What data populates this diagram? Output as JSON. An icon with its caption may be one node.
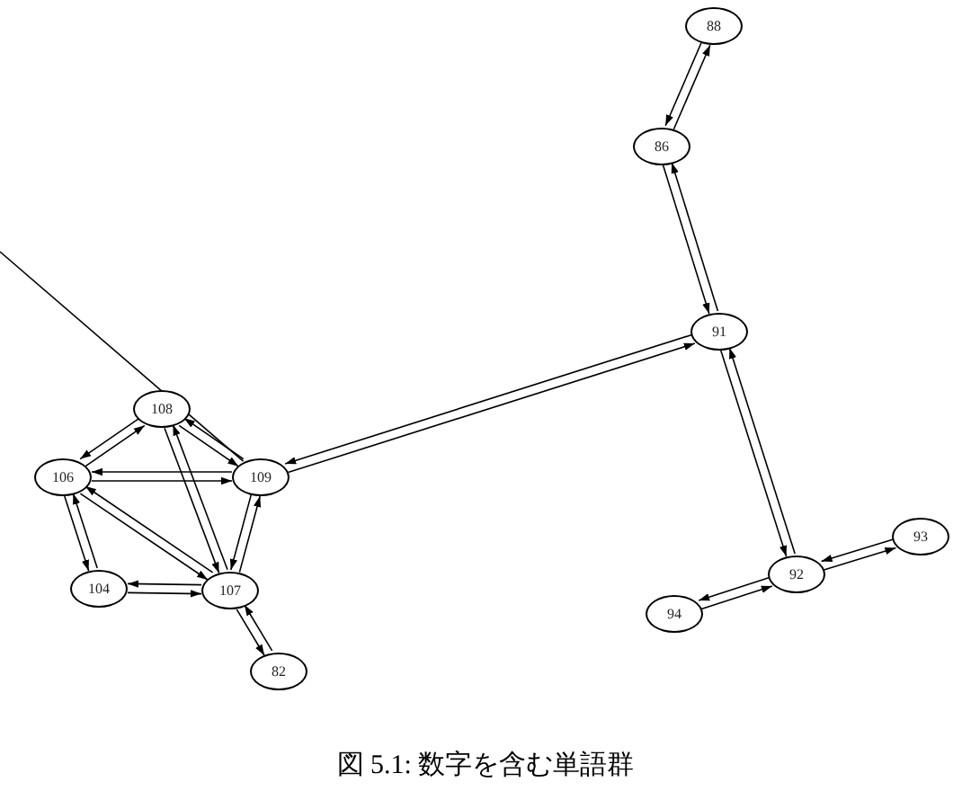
{
  "diagram": {
    "caption": "図 5.1: 数字を含む単語群",
    "nodes": [
      {
        "text": [
          "88"
        ]
      },
      {
        "text": [
          "86"
        ]
      },
      {
        "text": [
          "91"
        ]
      },
      {
        "text": [
          "108"
        ]
      },
      {
        "text": [
          "106"
        ]
      },
      {
        "text": [
          "109"
        ]
      },
      {
        "text": [
          "104"
        ]
      },
      {
        "text": [
          "107"
        ]
      },
      {
        "text": [
          "82"
        ]
      },
      {
        "text": [
          "93"
        ]
      },
      {
        "text": [
          "92"
        ]
      },
      {
        "text": [
          "94"
        ]
      }
    ],
    "edges": [
      {
        "from": 0,
        "to": 1,
        "arrow": "to"
      },
      {
        "from": 1,
        "to": 0,
        "arrow": "to"
      },
      {
        "from": 1,
        "to": 2,
        "arrow": "to"
      },
      {
        "from": 2,
        "to": 1,
        "arrow": "to"
      },
      {
        "from": 2,
        "to": 5,
        "arrow": "to"
      },
      {
        "from": 5,
        "to": 2,
        "arrow": "to"
      },
      {
        "from": 2,
        "to": 10,
        "arrow": "to"
      },
      {
        "from": 10,
        "to": 2,
        "arrow": "to"
      },
      {
        "from": 10,
        "to": 9,
        "arrow": "to"
      },
      {
        "from": 9,
        "to": 10,
        "arrow": "to"
      },
      {
        "from": 10,
        "to": 11,
        "arrow": "to"
      },
      {
        "from": 11,
        "to": 10,
        "arrow": "to"
      },
      {
        "from": 3,
        "to": 4,
        "arrow": "to"
      },
      {
        "from": 4,
        "to": 3,
        "arrow": "to"
      },
      {
        "from": 3,
        "to": 5,
        "arrow": "to"
      },
      {
        "from": 5,
        "to": 3,
        "arrow": "to"
      },
      {
        "from": 3,
        "to": 7,
        "arrow": "to"
      },
      {
        "from": 7,
        "to": 3,
        "arrow": "to"
      },
      {
        "from": 4,
        "to": 5,
        "arrow": "to"
      },
      {
        "from": 5,
        "to": 4,
        "arrow": "to"
      },
      {
        "from": 4,
        "to": 6,
        "arrow": "to"
      },
      {
        "from": 6,
        "to": 4,
        "arrow": "to"
      },
      {
        "from": 4,
        "to": 7,
        "arrow": "to"
      },
      {
        "from": 7,
        "to": 4,
        "arrow": "to"
      },
      {
        "from": 5,
        "to": 7,
        "arrow": "to"
      },
      {
        "from": 7,
        "to": 5,
        "arrow": "to"
      },
      {
        "from": 6,
        "to": 7,
        "arrow": "to"
      },
      {
        "from": 7,
        "to": 6,
        "arrow": "to"
      },
      {
        "from": 7,
        "to": 8,
        "arrow": "to"
      },
      {
        "from": 8,
        "to": 7,
        "arrow": "to"
      },
      {
        "from": null,
        "to": 5,
        "arrow": "none"
      }
    ]
  }
}
